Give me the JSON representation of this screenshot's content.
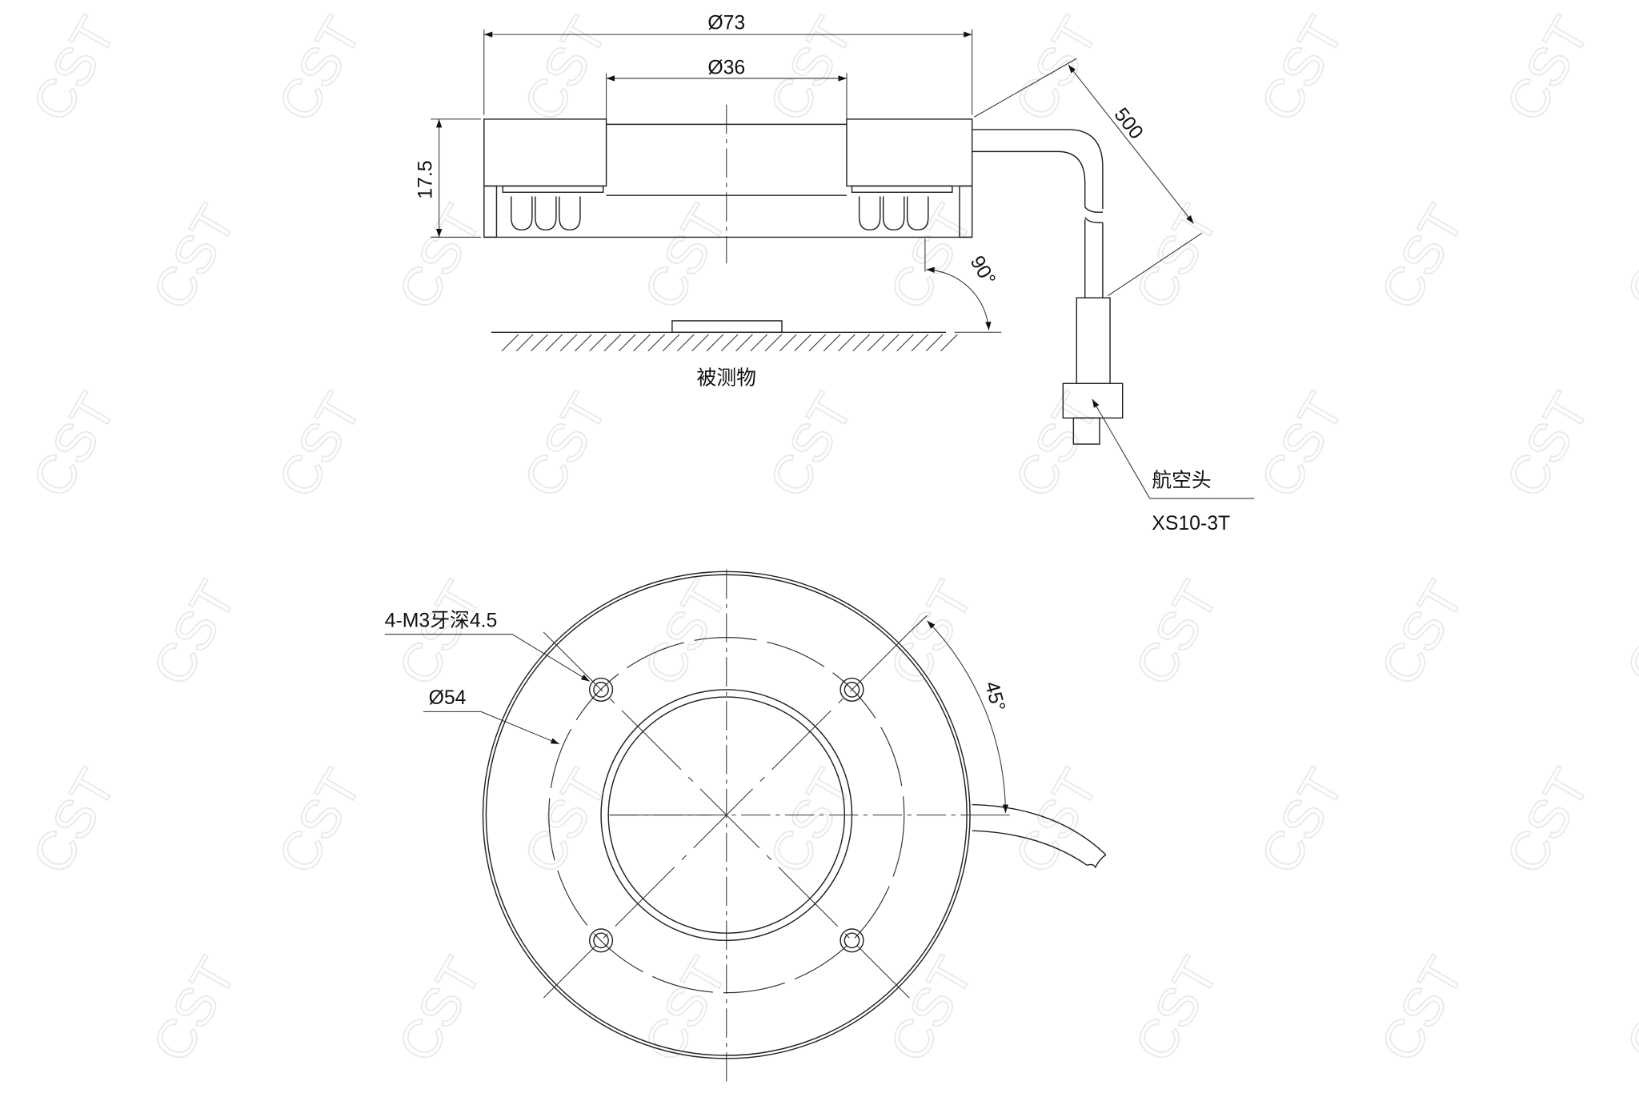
{
  "watermark": "CST",
  "side_view": {
    "outer_diameter": "Ø73",
    "inner_diameter": "Ø36",
    "height": "17.5",
    "cable_length": "500",
    "angle": "90°",
    "object_label": "被测物",
    "connector_label": "航空头",
    "connector_model": "XS10-3T"
  },
  "bottom_view": {
    "thread_label": "4-M3牙深4.5",
    "bolt_circle": "Ø54",
    "angle": "45°"
  }
}
